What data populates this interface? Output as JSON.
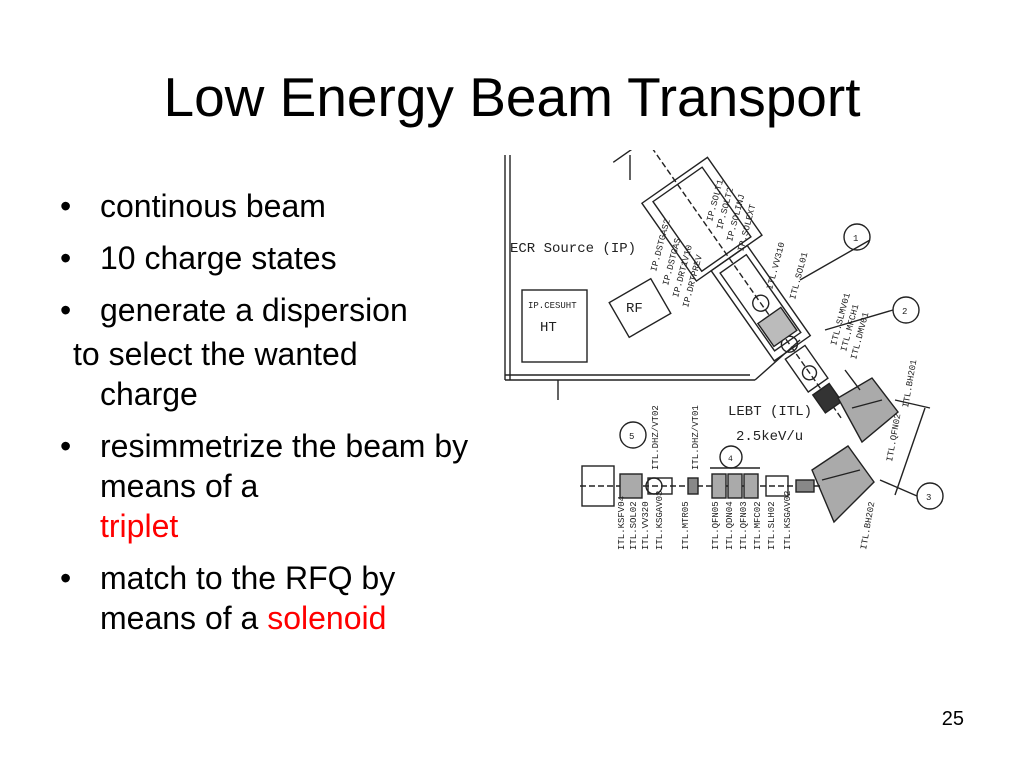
{
  "slide": {
    "title": "Low Energy Beam Transport",
    "page_number": "25",
    "accent_color": "#ff0000",
    "bullets": [
      {
        "text": "continous beam"
      },
      {
        "text": "10 charge states"
      },
      {
        "text": "generate a dispersion"
      },
      {
        "line1": "to select the wanted",
        "line2": "charge"
      },
      {
        "text": "resimmetrize the beam by means of a",
        "highlight": "triplet"
      },
      {
        "text": "match to the RFQ by means of a",
        "highlight": "solenoid"
      }
    ]
  },
  "diagram": {
    "labels": {
      "ecr": "ECR Source (IP)",
      "rf": "RF",
      "ht": "HT",
      "cesuht": "IP.CESUHT",
      "lebt": "LEBT (ITL)",
      "energy": "2.5keV/u"
    },
    "callouts": [
      "1",
      "2",
      "3",
      "4",
      "5"
    ],
    "upper_tags": [
      "IP.SOLT1",
      "IP.SOLT2",
      "IP.SOLINJ",
      "IP.SOLEXT",
      "ITL.VV310",
      "ITL.SOL01",
      "ITL.SLMV01",
      "ITL.MFCH1",
      "ITL.DMV01"
    ],
    "left_tags": [
      "IP.DSTGAS2",
      "IP.DSTGAS",
      "IP.DRT1V10",
      "IP.DRTPREV"
    ],
    "dipole_tags": [
      "ITL.BH201",
      "ITL.QFN02",
      "ITL.BH202"
    ],
    "vert_tags": [
      "ITL.DHZ/VT02",
      "ITL.DHZ/VT01"
    ],
    "lower_tags": [
      "ITL.KSFV04",
      "ITL.SOL02",
      "ITL.VV320",
      "ITL.KSGAV03",
      "ITL.MTR05",
      "ITL.QFN05",
      "ITL.QDN04",
      "ITL.QFN03",
      "ITL.MFC02",
      "ITL.SLH02",
      "ITL.KSGAV02"
    ]
  }
}
